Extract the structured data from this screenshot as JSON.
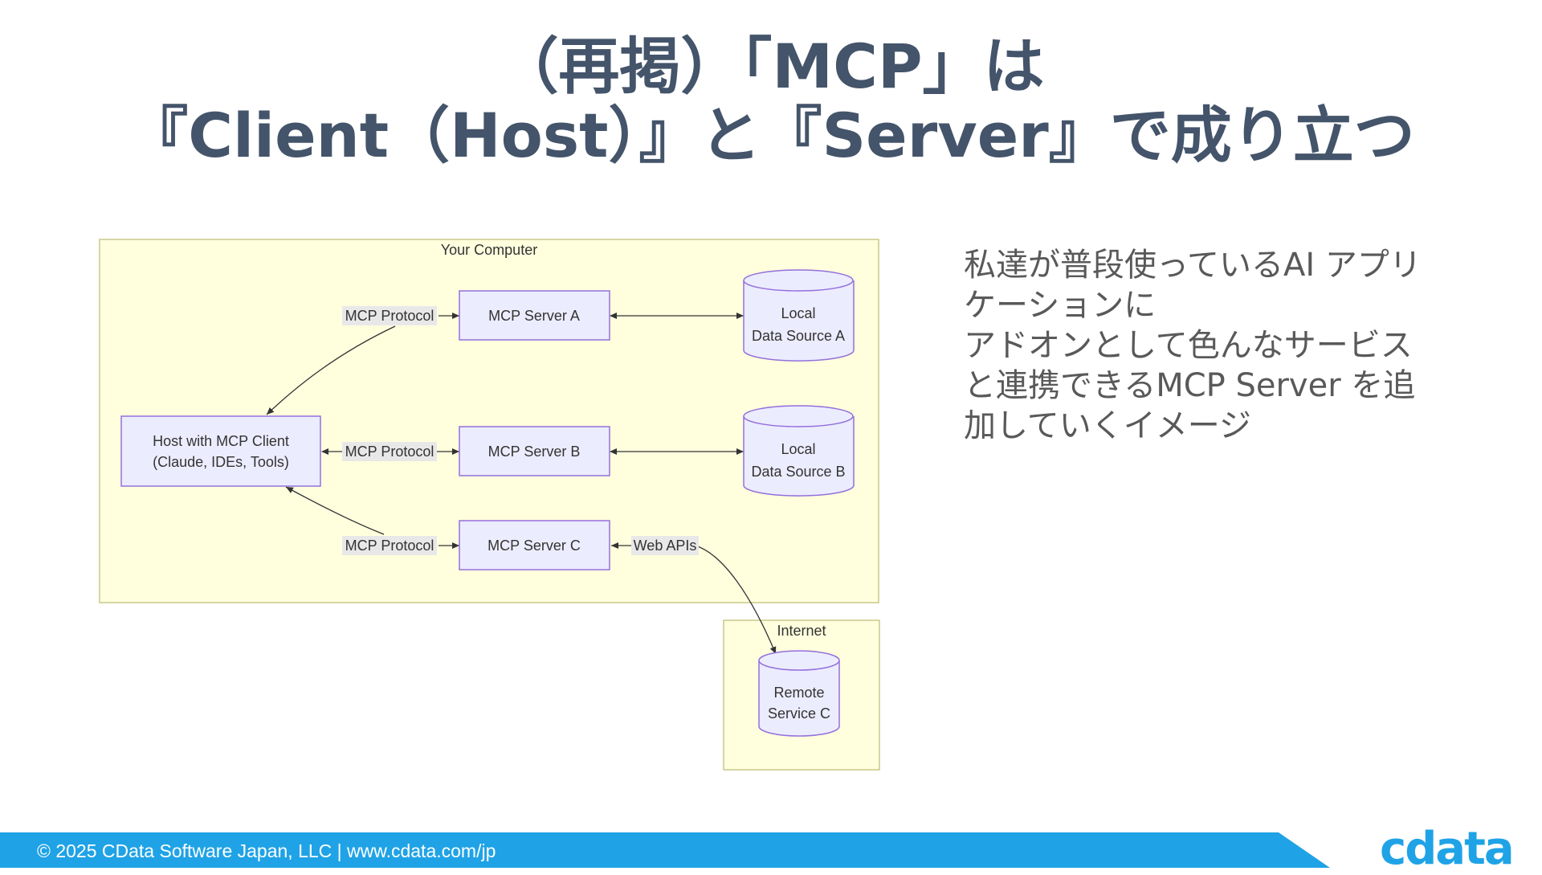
{
  "title": {
    "line1": "（再掲）「MCP」は",
    "line2": "『Client（Host）』と『Server』で成り立つ"
  },
  "diagram": {
    "your_computer_label": "Your Computer",
    "internet_label": "Internet",
    "host_line1": "Host with MCP Client",
    "host_line2": "(Claude, IDEs, Tools)",
    "protocol_label_a": "MCP Protocol",
    "protocol_label_b": "MCP Protocol",
    "protocol_label_c": "MCP Protocol",
    "server_a": "MCP Server A",
    "server_b": "MCP Server B",
    "server_c": "MCP Server C",
    "source_a_line1": "Local",
    "source_a_line2": "Data Source A",
    "source_b_line1": "Local",
    "source_b_line2": "Data Source B",
    "web_apis": "Web APIs",
    "remote_line1": "Remote",
    "remote_line2": "Service C"
  },
  "side_text": {
    "line1": "私達が普段使っているAI アプリ",
    "line2": "ケーションに",
    "line3": "アドオンとして色んなサービス",
    "line4": "と連携できるMCP Server を追",
    "line5": "加していくイメージ"
  },
  "footer": {
    "copyright": "© 2025 CData Software Japan, LLC |  www.cdata.com/jp",
    "logo": "cdata"
  },
  "colors": {
    "title": "#44546a",
    "footer_bar": "#1fa3e6",
    "group_fill": "#ffffde",
    "group_stroke": "#c9c98a",
    "node_fill": "#ececff",
    "node_stroke": "#9370db"
  }
}
